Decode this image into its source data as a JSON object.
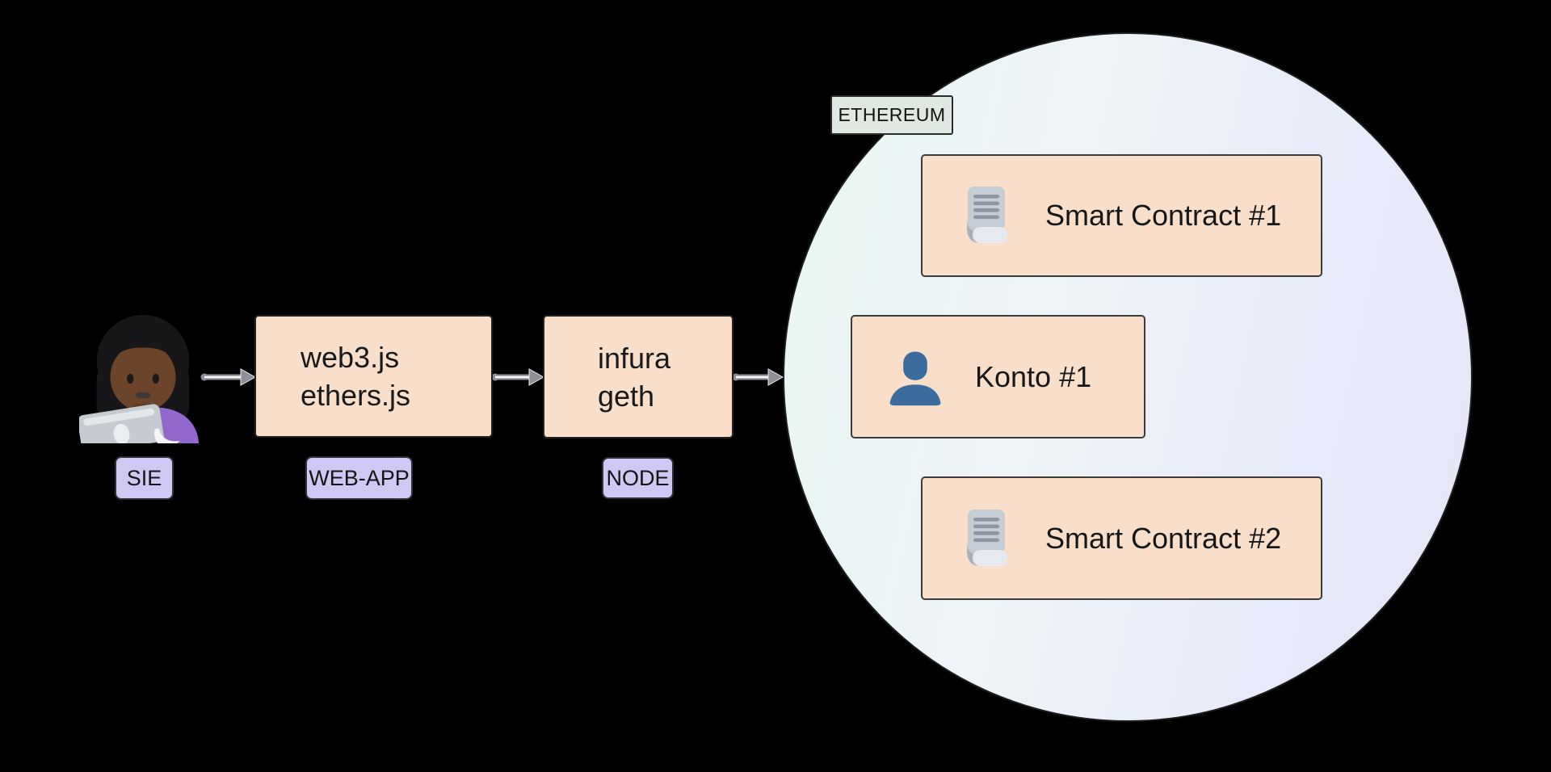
{
  "colors": {
    "background": "#000000",
    "process_box_fill": "#f9dfca",
    "process_box_border": "#232323",
    "tag_fill": "#cdc9f2",
    "ethereum_tag_fill": "#dfe9e2",
    "circle_gradient_start": "#e7f6f3",
    "circle_gradient_end": "#e5e6f6",
    "arrow_gray": "#8f8f98",
    "person_icon_blue": "#3b6c9d",
    "scroll_icon_gray": "#c6ccd4"
  },
  "actor": {
    "tag": "SIE",
    "icon": "woman-technologist-emoji"
  },
  "web_app": {
    "lines": [
      "web3.js",
      "ethers.js"
    ],
    "tag": "WEB-APP"
  },
  "node": {
    "lines": [
      "infura",
      "geth"
    ],
    "tag": "NODE"
  },
  "ethereum": {
    "tag": "ETHEREUM",
    "members": [
      {
        "label": "Smart Contract #1",
        "icon": "scroll-icon"
      },
      {
        "label": "Konto #1",
        "icon": "person-icon"
      },
      {
        "label": "Smart Contract #2",
        "icon": "scroll-icon"
      }
    ]
  }
}
